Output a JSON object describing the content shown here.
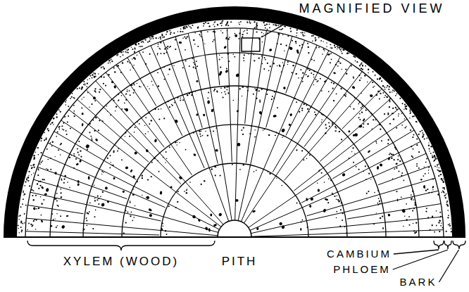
{
  "diagram": {
    "labels": [
      "MAGNIFIED VIEW",
      "XYLEM (WOOD)",
      "PITH",
      "CAMBIUM",
      "PHLOEM",
      "BARK"
    ]
  }
}
